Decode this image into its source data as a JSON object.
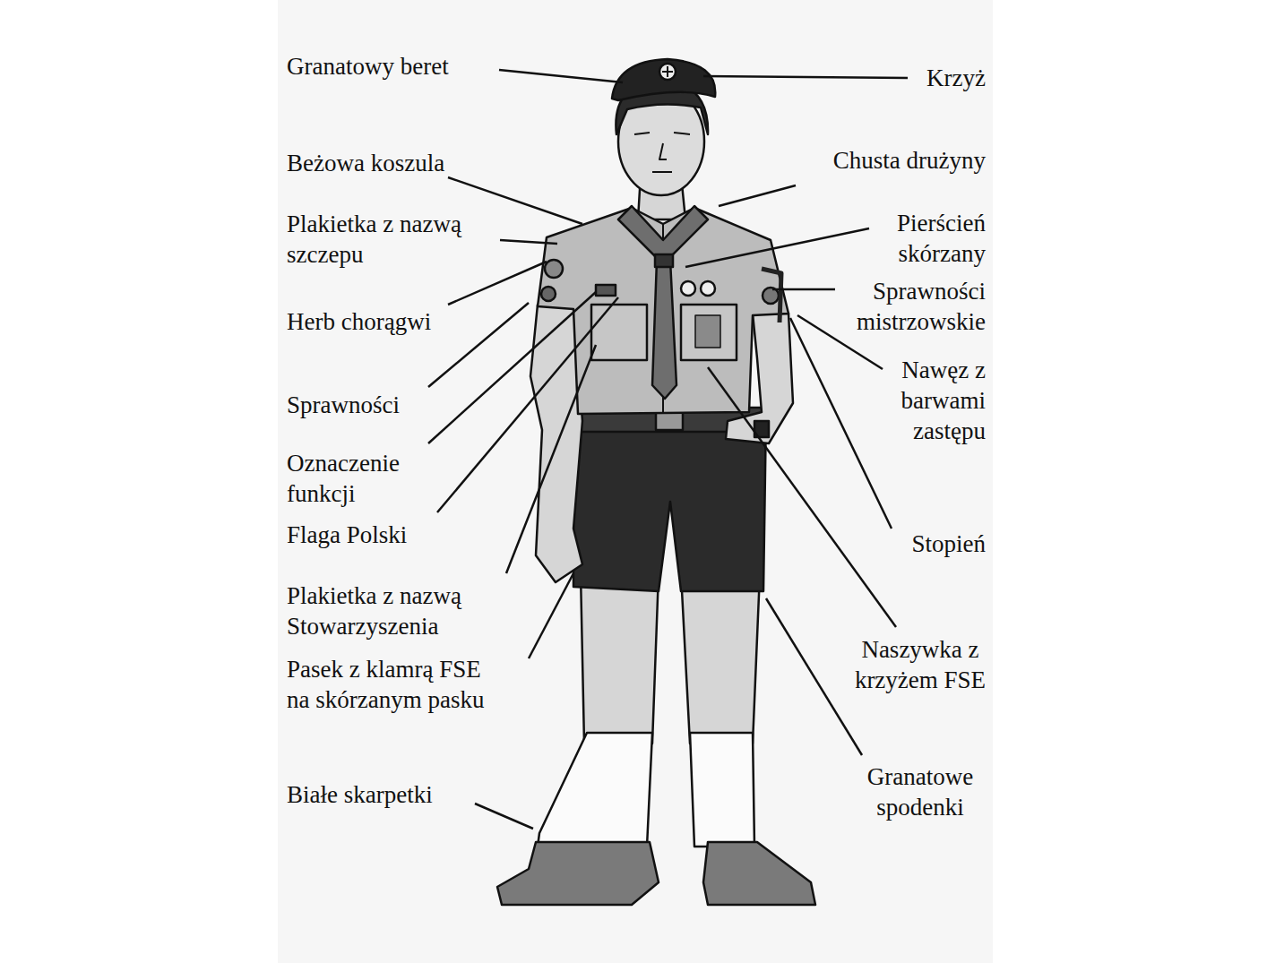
{
  "diagram": {
    "labels": [
      "Granatowy beret",
      "Krzyż",
      "Beżowa koszula",
      "Chusta drużyny",
      "Plakietka z nazwą szczepu",
      "Pierścień skórzany",
      "Sprawności mistrzowskie",
      "Herb chorągwi",
      "Nawęz z barwami zastępu",
      "Sprawności",
      "Oznaczenie funkcji",
      "Flaga Polski",
      "Stopień",
      "Plakietka z nazwą Stowarzyszenia",
      "Naszywka z krzyżem FSE",
      "Pasek z klamrą FSE na skórzanym pasku",
      "Granatowe spodenki",
      "Białe skarpetki"
    ]
  }
}
